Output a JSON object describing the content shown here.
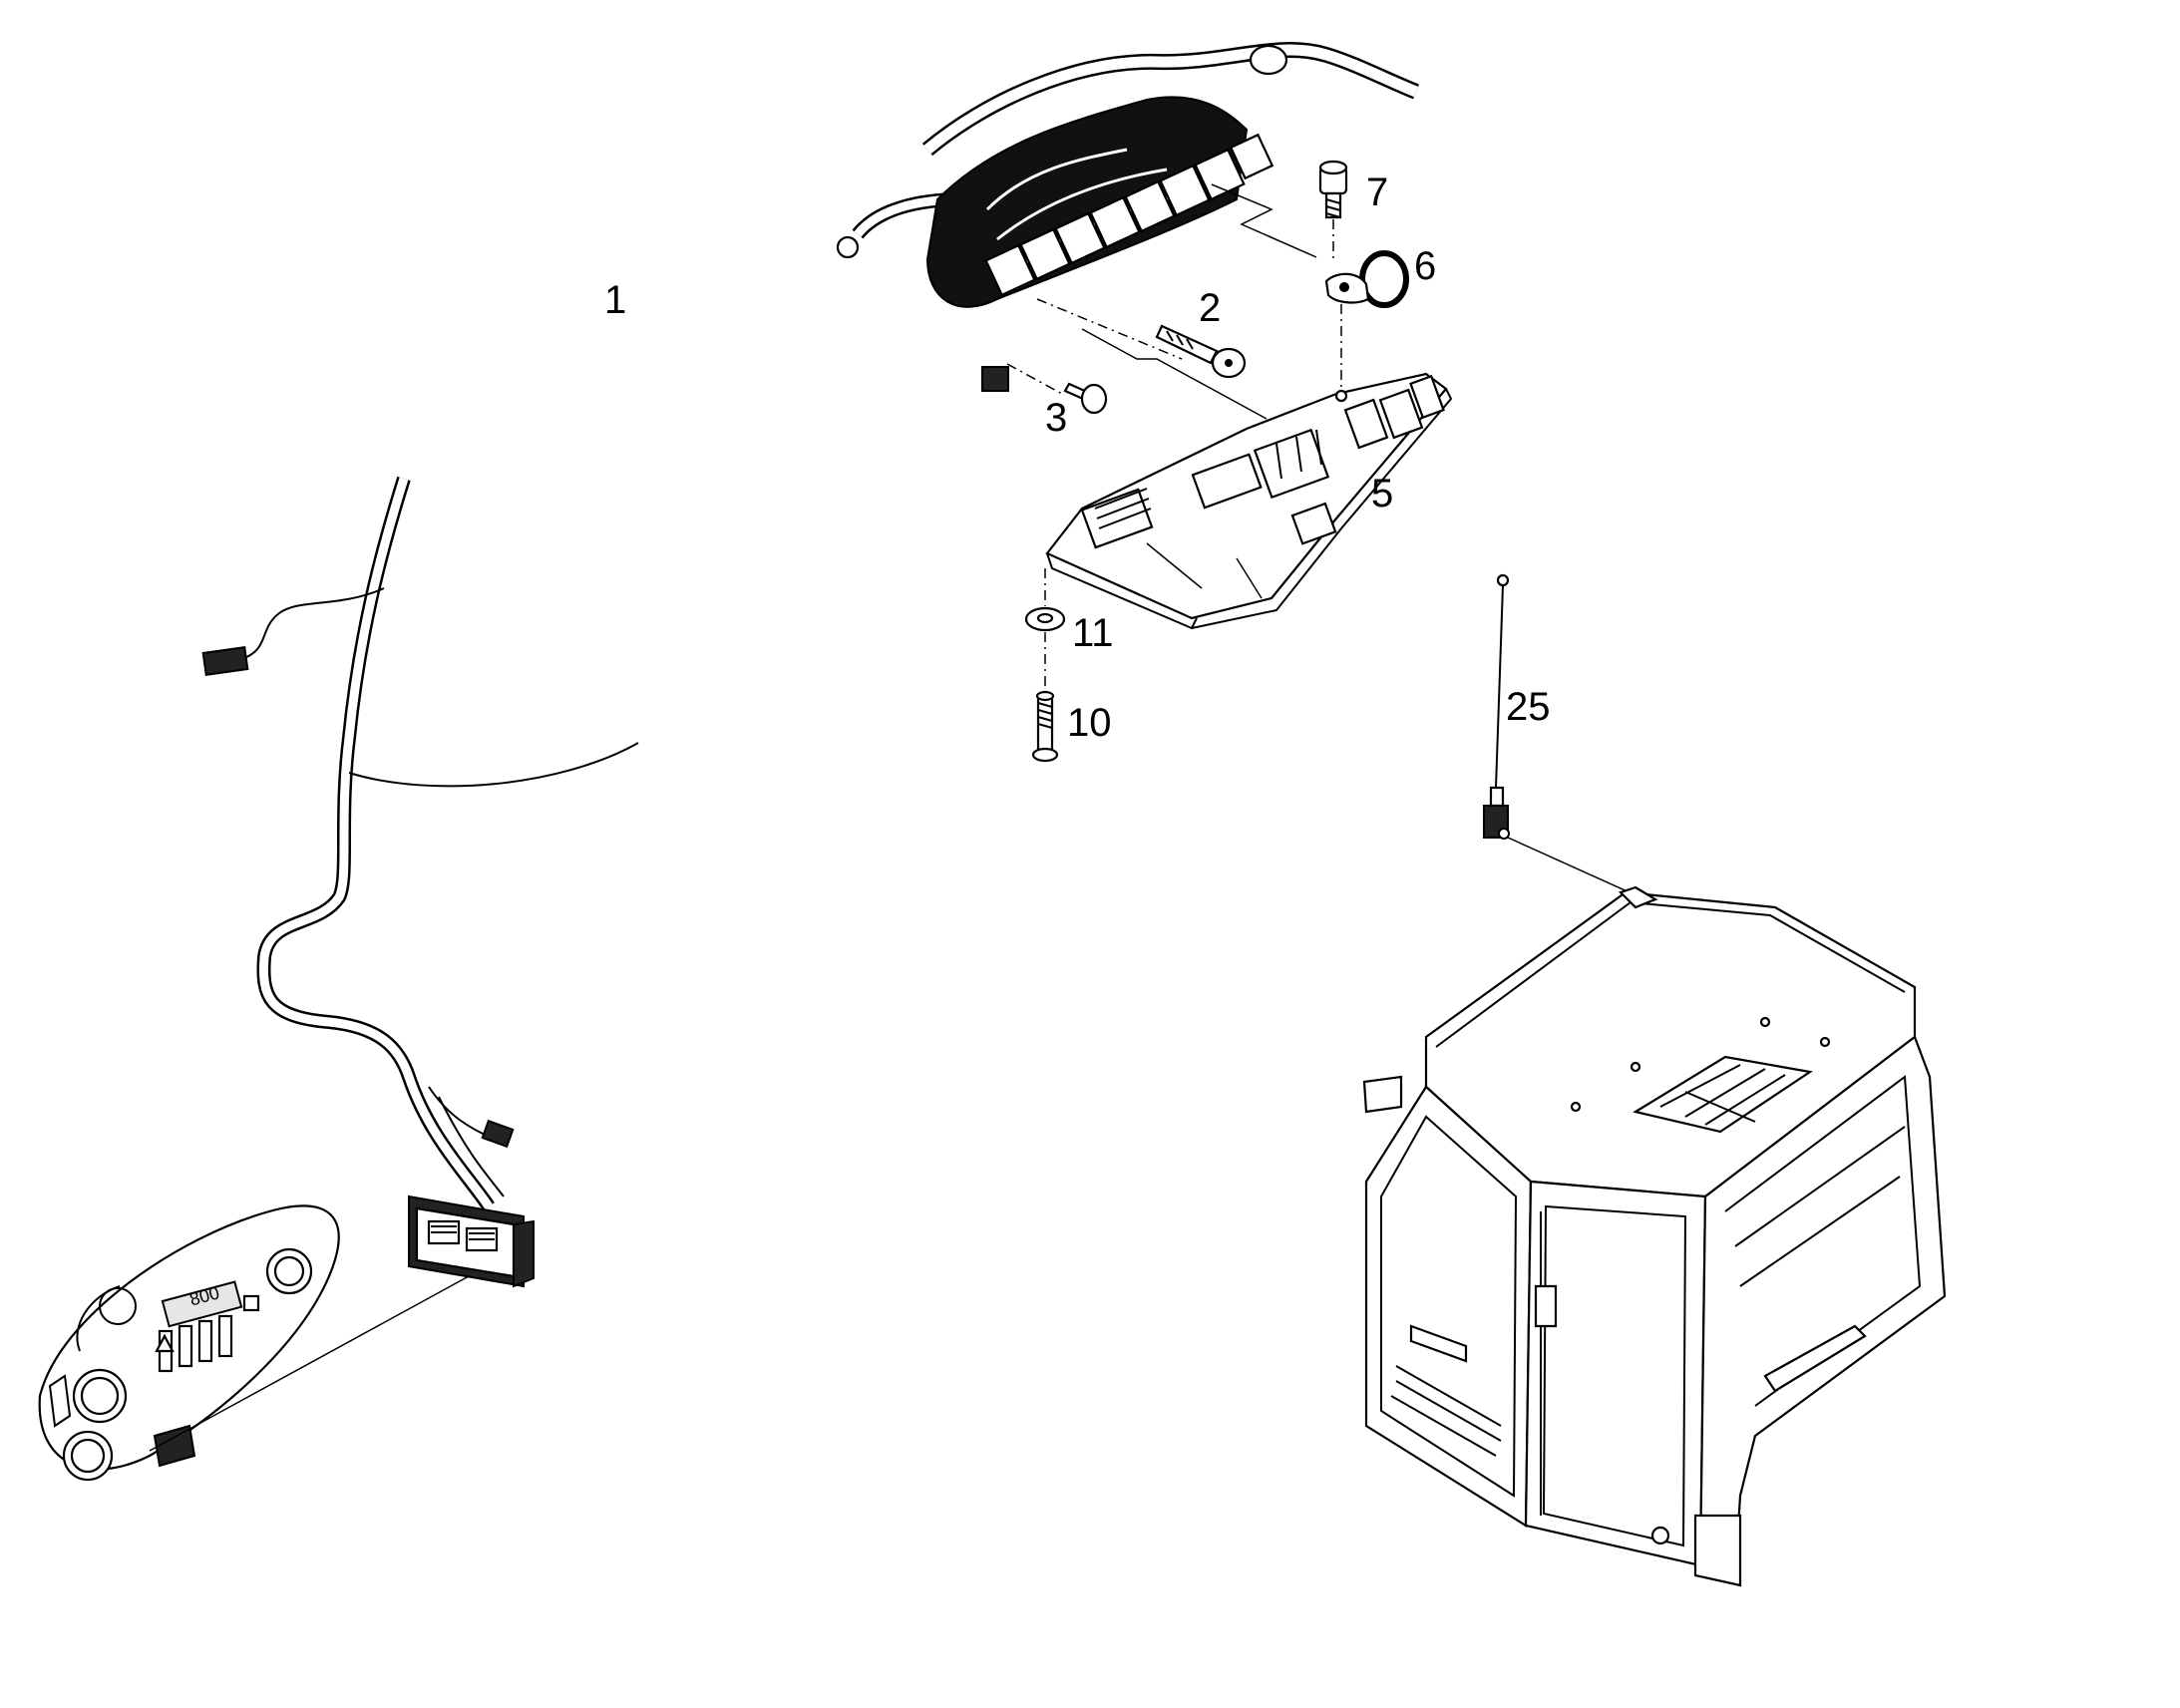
{
  "diagram": {
    "callouts": [
      {
        "key": "harness_main",
        "label": "1"
      },
      {
        "key": "bolt_long",
        "label": "2"
      },
      {
        "key": "screw_small",
        "label": "3"
      },
      {
        "key": "relay_board",
        "label": "5"
      },
      {
        "key": "clamp",
        "label": "6"
      },
      {
        "key": "screw_top",
        "label": "7"
      },
      {
        "key": "screw_lower",
        "label": "10"
      },
      {
        "key": "washer",
        "label": "11"
      },
      {
        "key": "antenna",
        "label": "25"
      }
    ],
    "colors": {
      "line": "#000000",
      "background": "#ffffff",
      "fill_dark": "#222222",
      "fill_light": "#e6e6e6"
    }
  }
}
